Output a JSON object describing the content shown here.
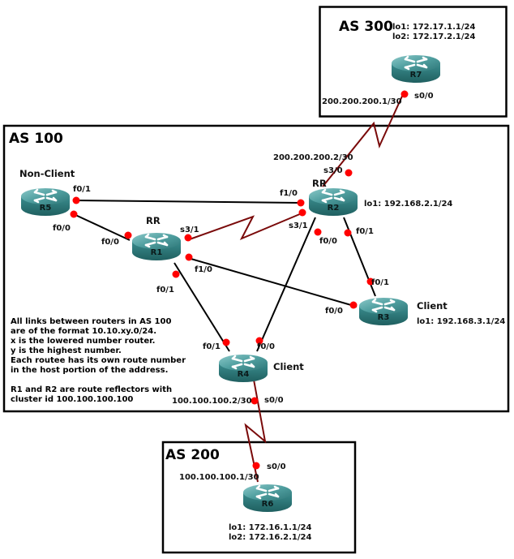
{
  "colors": {
    "ethernet_link": "#000000",
    "serial_link": "#7a0a0a",
    "interface_dot": "#ff0000",
    "router_body": "#2f7f80",
    "router_top": "#5aa9aa",
    "box_border": "#000000"
  },
  "as_boxes": {
    "as300": {
      "title": "AS 300"
    },
    "as100": {
      "title": "AS 100"
    },
    "as200": {
      "title": "AS 200"
    }
  },
  "routers": {
    "R1": {
      "name": "R1",
      "role": "RR",
      "icon": "router-icon"
    },
    "R2": {
      "name": "R2",
      "role": "RR",
      "loopbacks": [
        "lo1: 192.168.2.1/24"
      ],
      "icon": "router-icon"
    },
    "R3": {
      "name": "R3",
      "role": "Client",
      "loopbacks": [
        "lo1: 192.168.3.1/24"
      ],
      "icon": "router-icon"
    },
    "R4": {
      "name": "R4",
      "role": "Client",
      "icon": "router-icon"
    },
    "R5": {
      "name": "R5",
      "role": "Non-Client",
      "icon": "router-icon"
    },
    "R6": {
      "name": "R6",
      "loopbacks": [
        "lo1: 172.16.1.1/24",
        "lo2: 172.16.2.1/24"
      ],
      "icon": "router-icon"
    },
    "R7": {
      "name": "R7",
      "loopbacks": [
        "lo1: 172.17.1.1/24",
        "lo2: 172.17.2.1/24"
      ],
      "icon": "router-icon"
    }
  },
  "links": [
    {
      "id": "r5-r2",
      "type": "ethernet",
      "a": "R5",
      "a_if": "f0/1",
      "b": "R2",
      "b_if": "f1/0"
    },
    {
      "id": "r5-r1",
      "type": "ethernet",
      "a": "R5",
      "a_if": "f0/0",
      "b": "R1",
      "b_if": "f0/0"
    },
    {
      "id": "r1-r2",
      "type": "serial",
      "a": "R1",
      "a_if": "s3/1",
      "b": "R2",
      "b_if": "s3/1"
    },
    {
      "id": "r1-r3",
      "type": "ethernet",
      "a": "R1",
      "a_if": "f1/0",
      "b": "R3",
      "b_if": "f0/0"
    },
    {
      "id": "r1-r4",
      "type": "ethernet",
      "a": "R1",
      "a_if": "f0/1",
      "b": "R4",
      "b_if": "f0/1"
    },
    {
      "id": "r2-r4",
      "type": "ethernet",
      "a": "R2",
      "a_if": "f0/0",
      "b": "R4",
      "b_if": "f0/0"
    },
    {
      "id": "r2-r3",
      "type": "ethernet",
      "a": "R2",
      "a_if": "f0/1",
      "b": "R3",
      "b_if": "f0/1"
    },
    {
      "id": "r2-r7",
      "type": "serial",
      "a": "R2",
      "a_if": "s3/0",
      "a_ip": "200.200.200.2/30",
      "b": "R7",
      "b_if": "s0/0",
      "b_ip": "200.200.200.1/30"
    },
    {
      "id": "r4-r6",
      "type": "serial",
      "a": "R4",
      "a_if": "s0/0",
      "a_ip": "100.100.100.2/30",
      "b": "R6",
      "b_if": "s0/0",
      "b_ip": "100.100.100.1/30"
    }
  ],
  "notes": {
    "addressing": [
      "All links between routers in AS 100",
      "are of the format 10.10.xy.0/24.",
      "x is the lowered number router.",
      "y is the highest number.",
      "Each routee has its own route number",
      "in the host portion of the address."
    ],
    "route_reflectors": [
      "R1 and R2 are route reflectors with",
      "cluster id 100.100.100.100"
    ]
  }
}
